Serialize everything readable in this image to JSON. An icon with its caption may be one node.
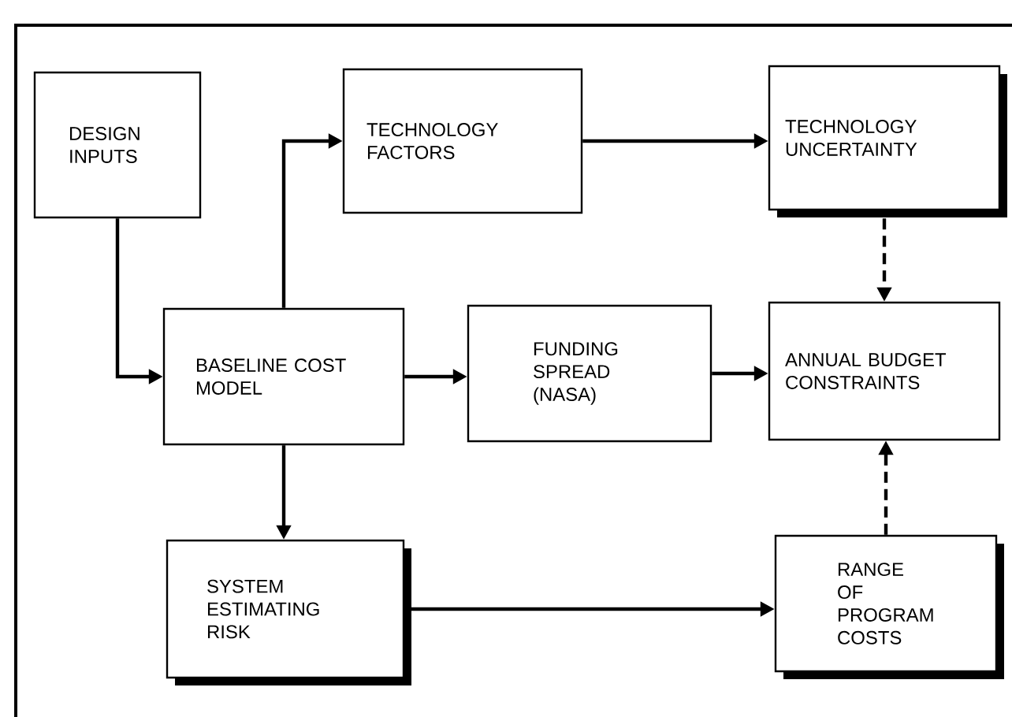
{
  "diagram": {
    "nodes": [
      {
        "text": [
          "DESIGN INPUTS"
        ]
      },
      {
        "text": [
          "TECHNOLOGY FACTORS"
        ]
      },
      {
        "text": [
          "TECHNOLOGY UNCERTAINTY"
        ]
      },
      {
        "text": [
          "BASELINE COST MODEL"
        ]
      },
      {
        "text": [
          "FUNDING SPREAD (NASA)"
        ]
      },
      {
        "text": [
          "ANNUAL BUDGET CONSTRAINTS"
        ]
      },
      {
        "text": [
          "SYSTEM ESTIMATING RISK"
        ]
      },
      {
        "text": [
          "RANGE OF PROGRAM COSTS"
        ]
      }
    ],
    "edges": [
      {
        "from": 0,
        "to": 3,
        "arrow": "to"
      },
      {
        "from": 3,
        "to": 1,
        "arrow": "to"
      },
      {
        "from": 1,
        "to": 2,
        "arrow": "to"
      },
      {
        "from": 3,
        "to": 4,
        "arrow": "to"
      },
      {
        "from": 4,
        "to": 5,
        "arrow": "to"
      },
      {
        "from": 3,
        "to": 6,
        "arrow": "to"
      },
      {
        "from": 6,
        "to": 7,
        "arrow": "to"
      },
      {
        "from": 2,
        "to": 5,
        "arrow": "to",
        "style": "dashed"
      },
      {
        "from": 7,
        "to": 5,
        "arrow": "to",
        "style": "dashed"
      }
    ]
  }
}
